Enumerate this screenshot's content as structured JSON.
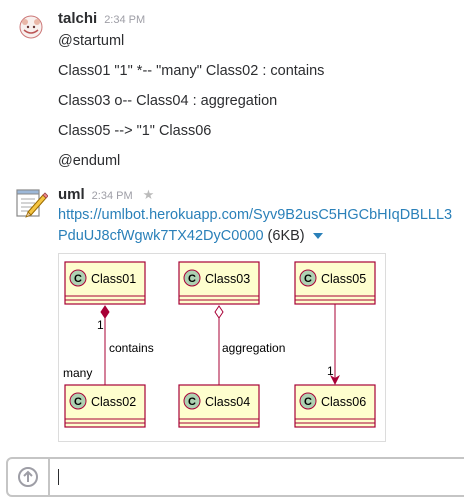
{
  "messages": [
    {
      "sender": "talchi",
      "time": "2:34 PM",
      "lines": [
        "@startuml",
        "Class01 \"1\" *-- \"many\" Class02 : contains",
        "Class03 o-- Class04 : aggregation",
        "Class05 --> \"1\" Class06",
        "@enduml"
      ]
    },
    {
      "sender": "uml",
      "time": "2:34 PM",
      "link_line1": "https://umlbot.herokuapp.com/Syv9B2usC5HGCbHIqDBLLL3",
      "link_line2": "PduUJ8cfWgwk7TX42DyC0000",
      "file_size": "(6KB)"
    }
  ],
  "diagram": {
    "classes": [
      "Class01",
      "Class02",
      "Class03",
      "Class04",
      "Class05",
      "Class06"
    ],
    "relations": [
      {
        "label": "contains",
        "from_mult": "1",
        "to_mult": "many"
      },
      {
        "label": "aggregation"
      },
      {
        "to_mult": "1"
      }
    ],
    "class_letter": "C"
  },
  "composer": {
    "placeholder": ""
  },
  "colors": {
    "link": "#2a80b9",
    "class_fill": "#fefece",
    "class_border": "#a80036",
    "class_icon_fill": "#add1b2"
  }
}
